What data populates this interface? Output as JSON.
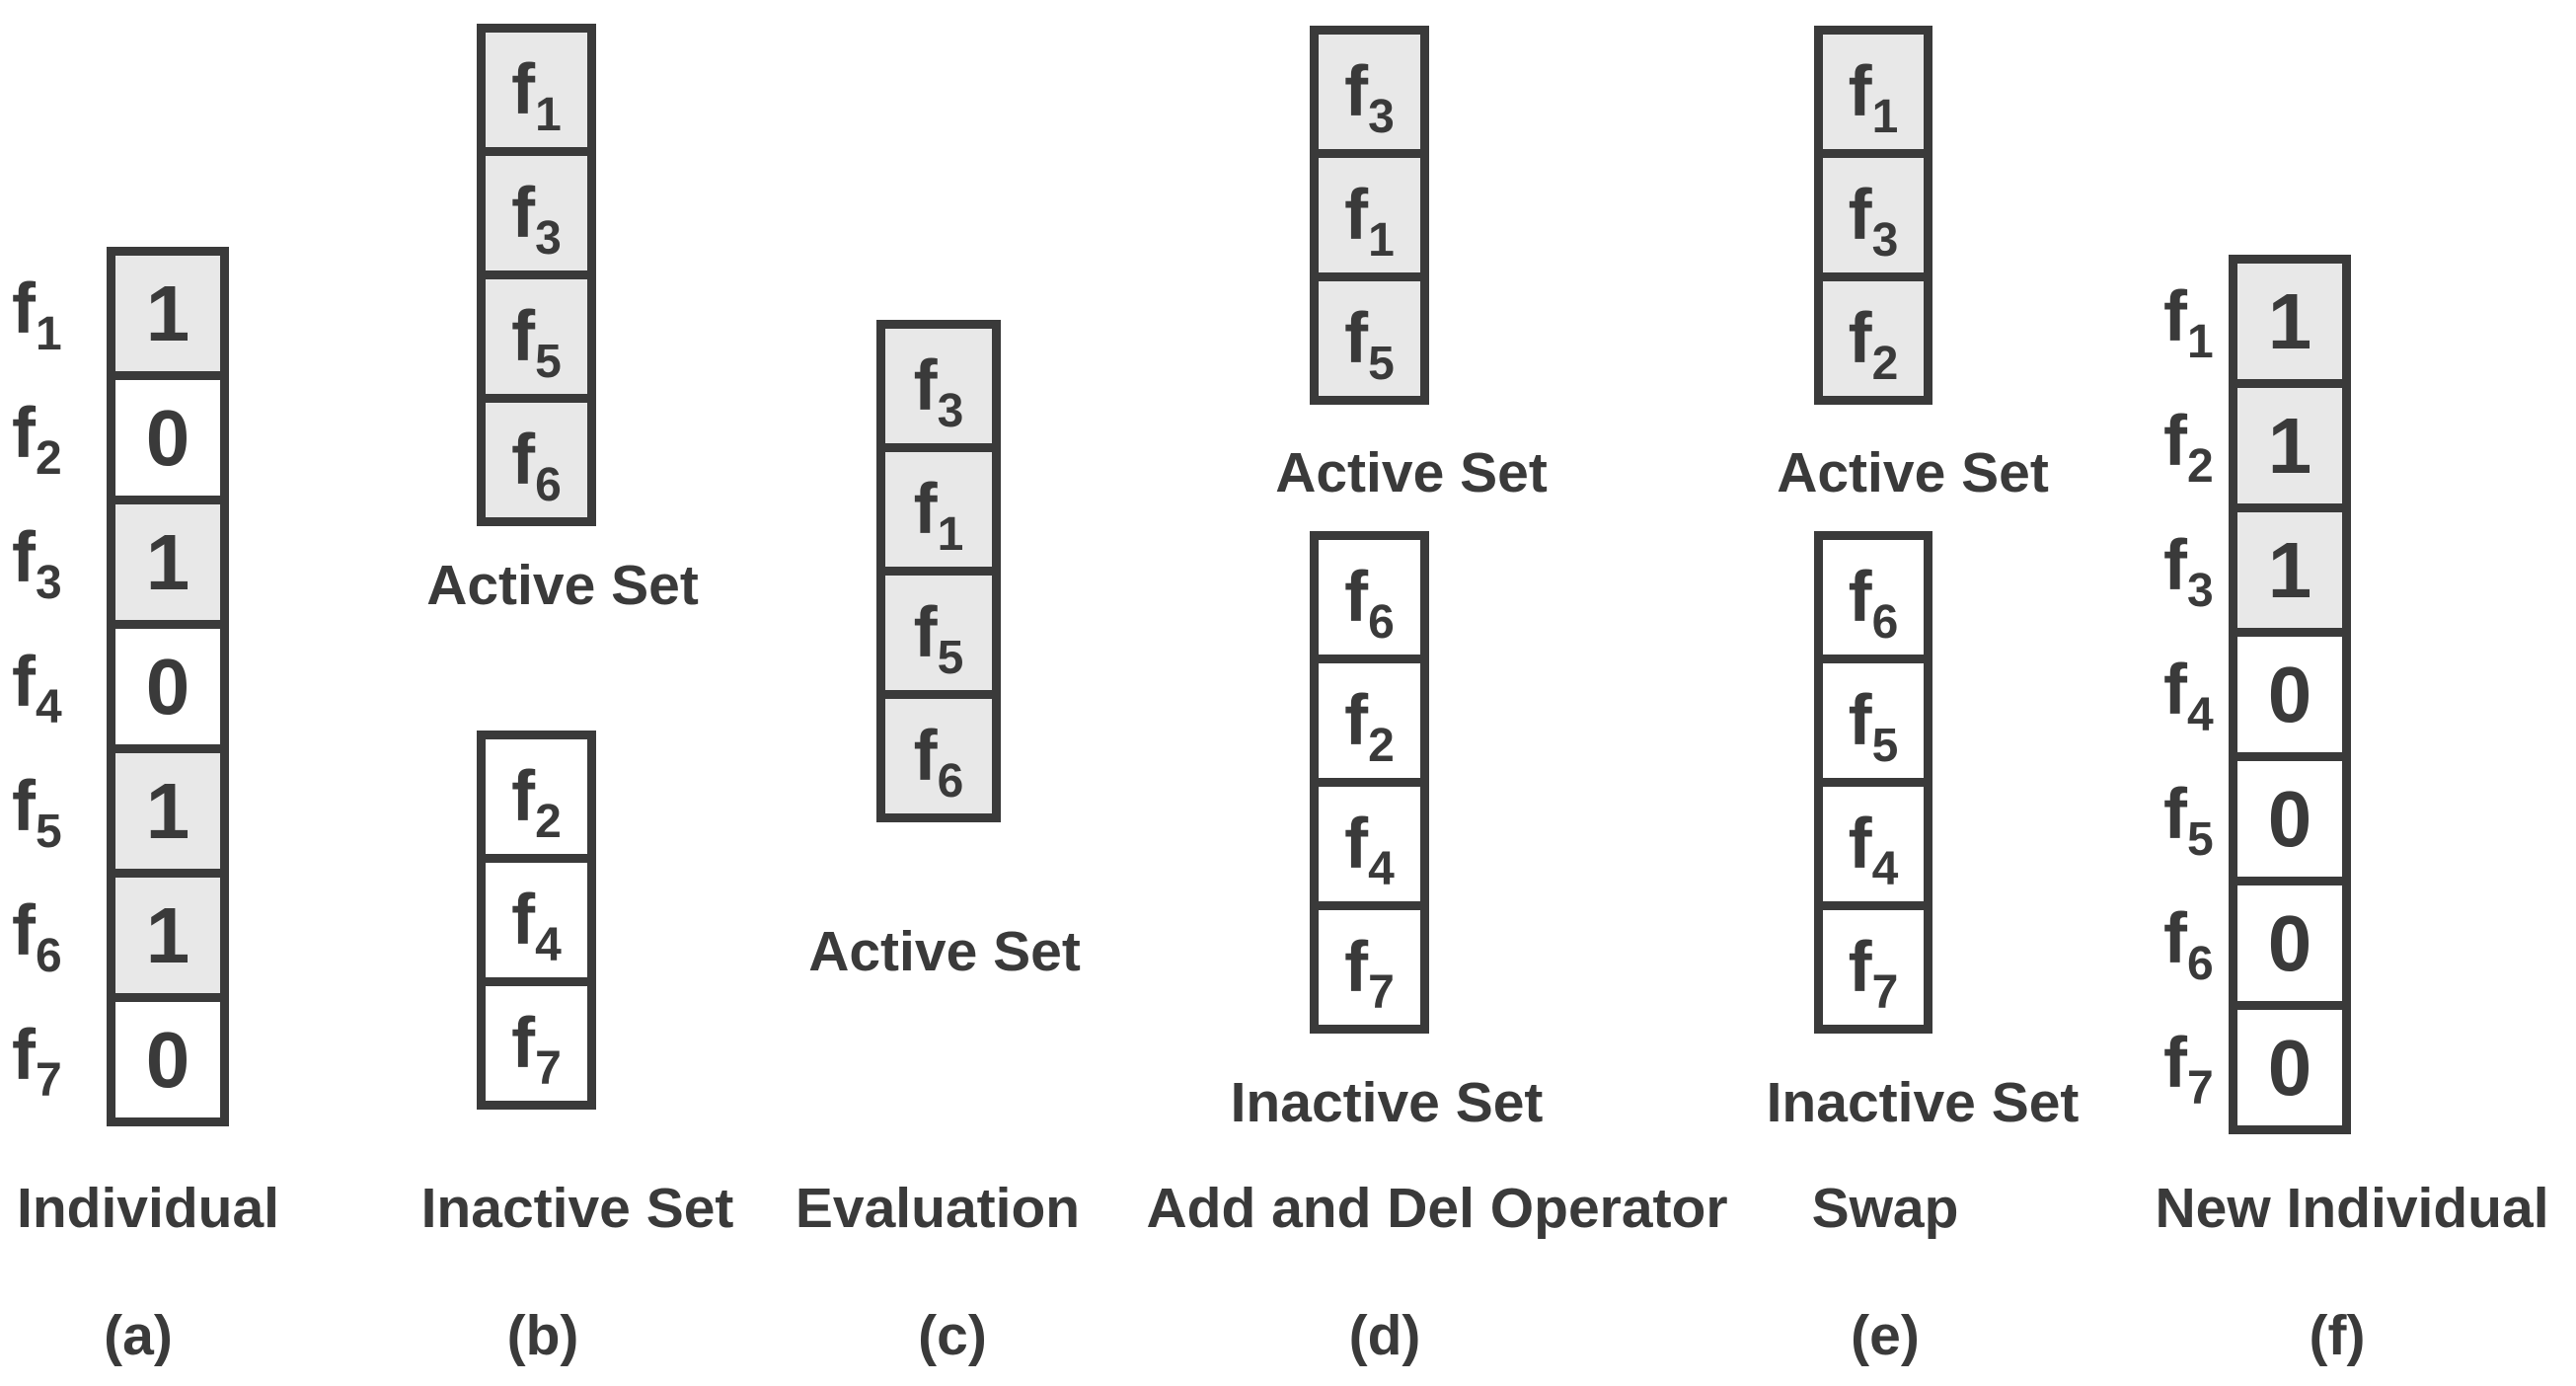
{
  "colors": {
    "background": "#ffffff",
    "cell_active_fill": "#e8e8e8",
    "cell_inactive_fill": "#ffffff",
    "border": "#3a3a3a",
    "text": "#3a3a3a"
  },
  "panels": {
    "a": {
      "marker": "(a)",
      "caption": "Individual",
      "rows": [
        {
          "feature": "f",
          "sub": "1",
          "value": "1"
        },
        {
          "feature": "f",
          "sub": "2",
          "value": "0"
        },
        {
          "feature": "f",
          "sub": "3",
          "value": "1"
        },
        {
          "feature": "f",
          "sub": "4",
          "value": "0"
        },
        {
          "feature": "f",
          "sub": "5",
          "value": "1"
        },
        {
          "feature": "f",
          "sub": "6",
          "value": "1"
        },
        {
          "feature": "f",
          "sub": "7",
          "value": "0"
        }
      ]
    },
    "b": {
      "marker": "(b)",
      "caption": "Inactive Set",
      "active_set": {
        "label": "Active Set",
        "cells": [
          {
            "feature": "f",
            "sub": "1"
          },
          {
            "feature": "f",
            "sub": "3"
          },
          {
            "feature": "f",
            "sub": "5"
          },
          {
            "feature": "f",
            "sub": "6"
          }
        ]
      },
      "inactive_set": {
        "cells": [
          {
            "feature": "f",
            "sub": "2"
          },
          {
            "feature": "f",
            "sub": "4"
          },
          {
            "feature": "f",
            "sub": "7"
          }
        ]
      }
    },
    "c": {
      "marker": "(c)",
      "caption": "Evaluation",
      "active_set": {
        "label": "Active Set",
        "cells": [
          {
            "feature": "f",
            "sub": "3"
          },
          {
            "feature": "f",
            "sub": "1"
          },
          {
            "feature": "f",
            "sub": "5"
          },
          {
            "feature": "f",
            "sub": "6"
          }
        ]
      }
    },
    "d": {
      "marker": "(d)",
      "caption": "Add and Del Operator",
      "active_set": {
        "label": "Active Set",
        "cells": [
          {
            "feature": "f",
            "sub": "3"
          },
          {
            "feature": "f",
            "sub": "1"
          },
          {
            "feature": "f",
            "sub": "5"
          }
        ]
      },
      "inactive_set": {
        "label": "Inactive Set",
        "cells": [
          {
            "feature": "f",
            "sub": "6"
          },
          {
            "feature": "f",
            "sub": "2"
          },
          {
            "feature": "f",
            "sub": "4"
          },
          {
            "feature": "f",
            "sub": "7"
          }
        ]
      }
    },
    "e": {
      "marker": "(e)",
      "caption": "Swap",
      "active_set": {
        "label": "Active Set",
        "cells": [
          {
            "feature": "f",
            "sub": "1"
          },
          {
            "feature": "f",
            "sub": "3"
          },
          {
            "feature": "f",
            "sub": "2"
          }
        ]
      },
      "inactive_set": {
        "label": "Inactive Set",
        "cells": [
          {
            "feature": "f",
            "sub": "6"
          },
          {
            "feature": "f",
            "sub": "5"
          },
          {
            "feature": "f",
            "sub": "4"
          },
          {
            "feature": "f",
            "sub": "7"
          }
        ]
      }
    },
    "f": {
      "marker": "(f)",
      "caption": "New Individual",
      "rows": [
        {
          "feature": "f",
          "sub": "1",
          "value": "1"
        },
        {
          "feature": "f",
          "sub": "2",
          "value": "1"
        },
        {
          "feature": "f",
          "sub": "3",
          "value": "1"
        },
        {
          "feature": "f",
          "sub": "4",
          "value": "0"
        },
        {
          "feature": "f",
          "sub": "5",
          "value": "0"
        },
        {
          "feature": "f",
          "sub": "6",
          "value": "0"
        },
        {
          "feature": "f",
          "sub": "7",
          "value": "0"
        }
      ]
    }
  }
}
